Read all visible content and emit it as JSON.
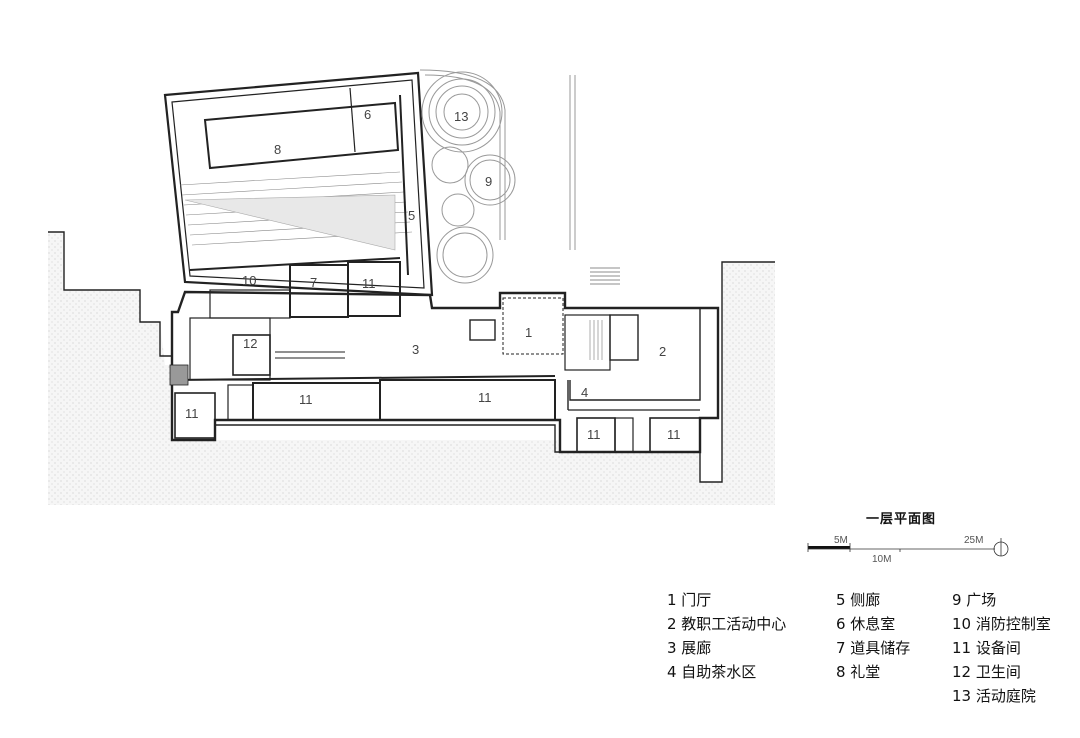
{
  "title": "一层平面图",
  "scale": {
    "m5": "5M",
    "m10": "10M",
    "m25": "25M"
  },
  "rooms": {
    "r1": "1",
    "r2": "2",
    "r3": "3",
    "r4": "4",
    "r5": "5",
    "r6": "6",
    "r7": "7",
    "r8": "8",
    "r9": "9",
    "r10": "10",
    "r11a": "11",
    "r11b": "11",
    "r11c": "11",
    "r11d": "11",
    "r11e": "11",
    "r11f": "11",
    "r12": "12",
    "r13": "13"
  },
  "legend": {
    "c1": [
      "1 门厅",
      "2 教职工活动中心",
      "3 展廊",
      "4 自助茶水区"
    ],
    "c2": [
      "5 侧廊",
      "6 休息室",
      "7 道具储存",
      "8 礼堂"
    ],
    "c3": [
      "9 广场",
      "10 消防控制室",
      "11  设备间",
      "12 卫生间",
      "13 活动庭院"
    ]
  }
}
